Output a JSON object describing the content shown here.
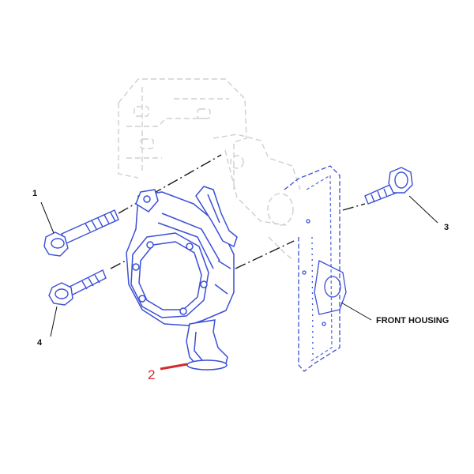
{
  "diagram": {
    "callouts": {
      "c1": "1",
      "c2": "2",
      "c3": "3",
      "c4": "4",
      "front_housing": "FRONT HOUSING"
    },
    "colors": {
      "line_blue": "#3b4fd6",
      "ghost_gray": "#c9c9c9",
      "leader_black": "#111111",
      "highlight_red": "#d22b2b"
    },
    "icons": [
      "bolt-icon",
      "water-pump-icon",
      "front-housing-icon",
      "elbow-outlet-icon"
    ]
  }
}
